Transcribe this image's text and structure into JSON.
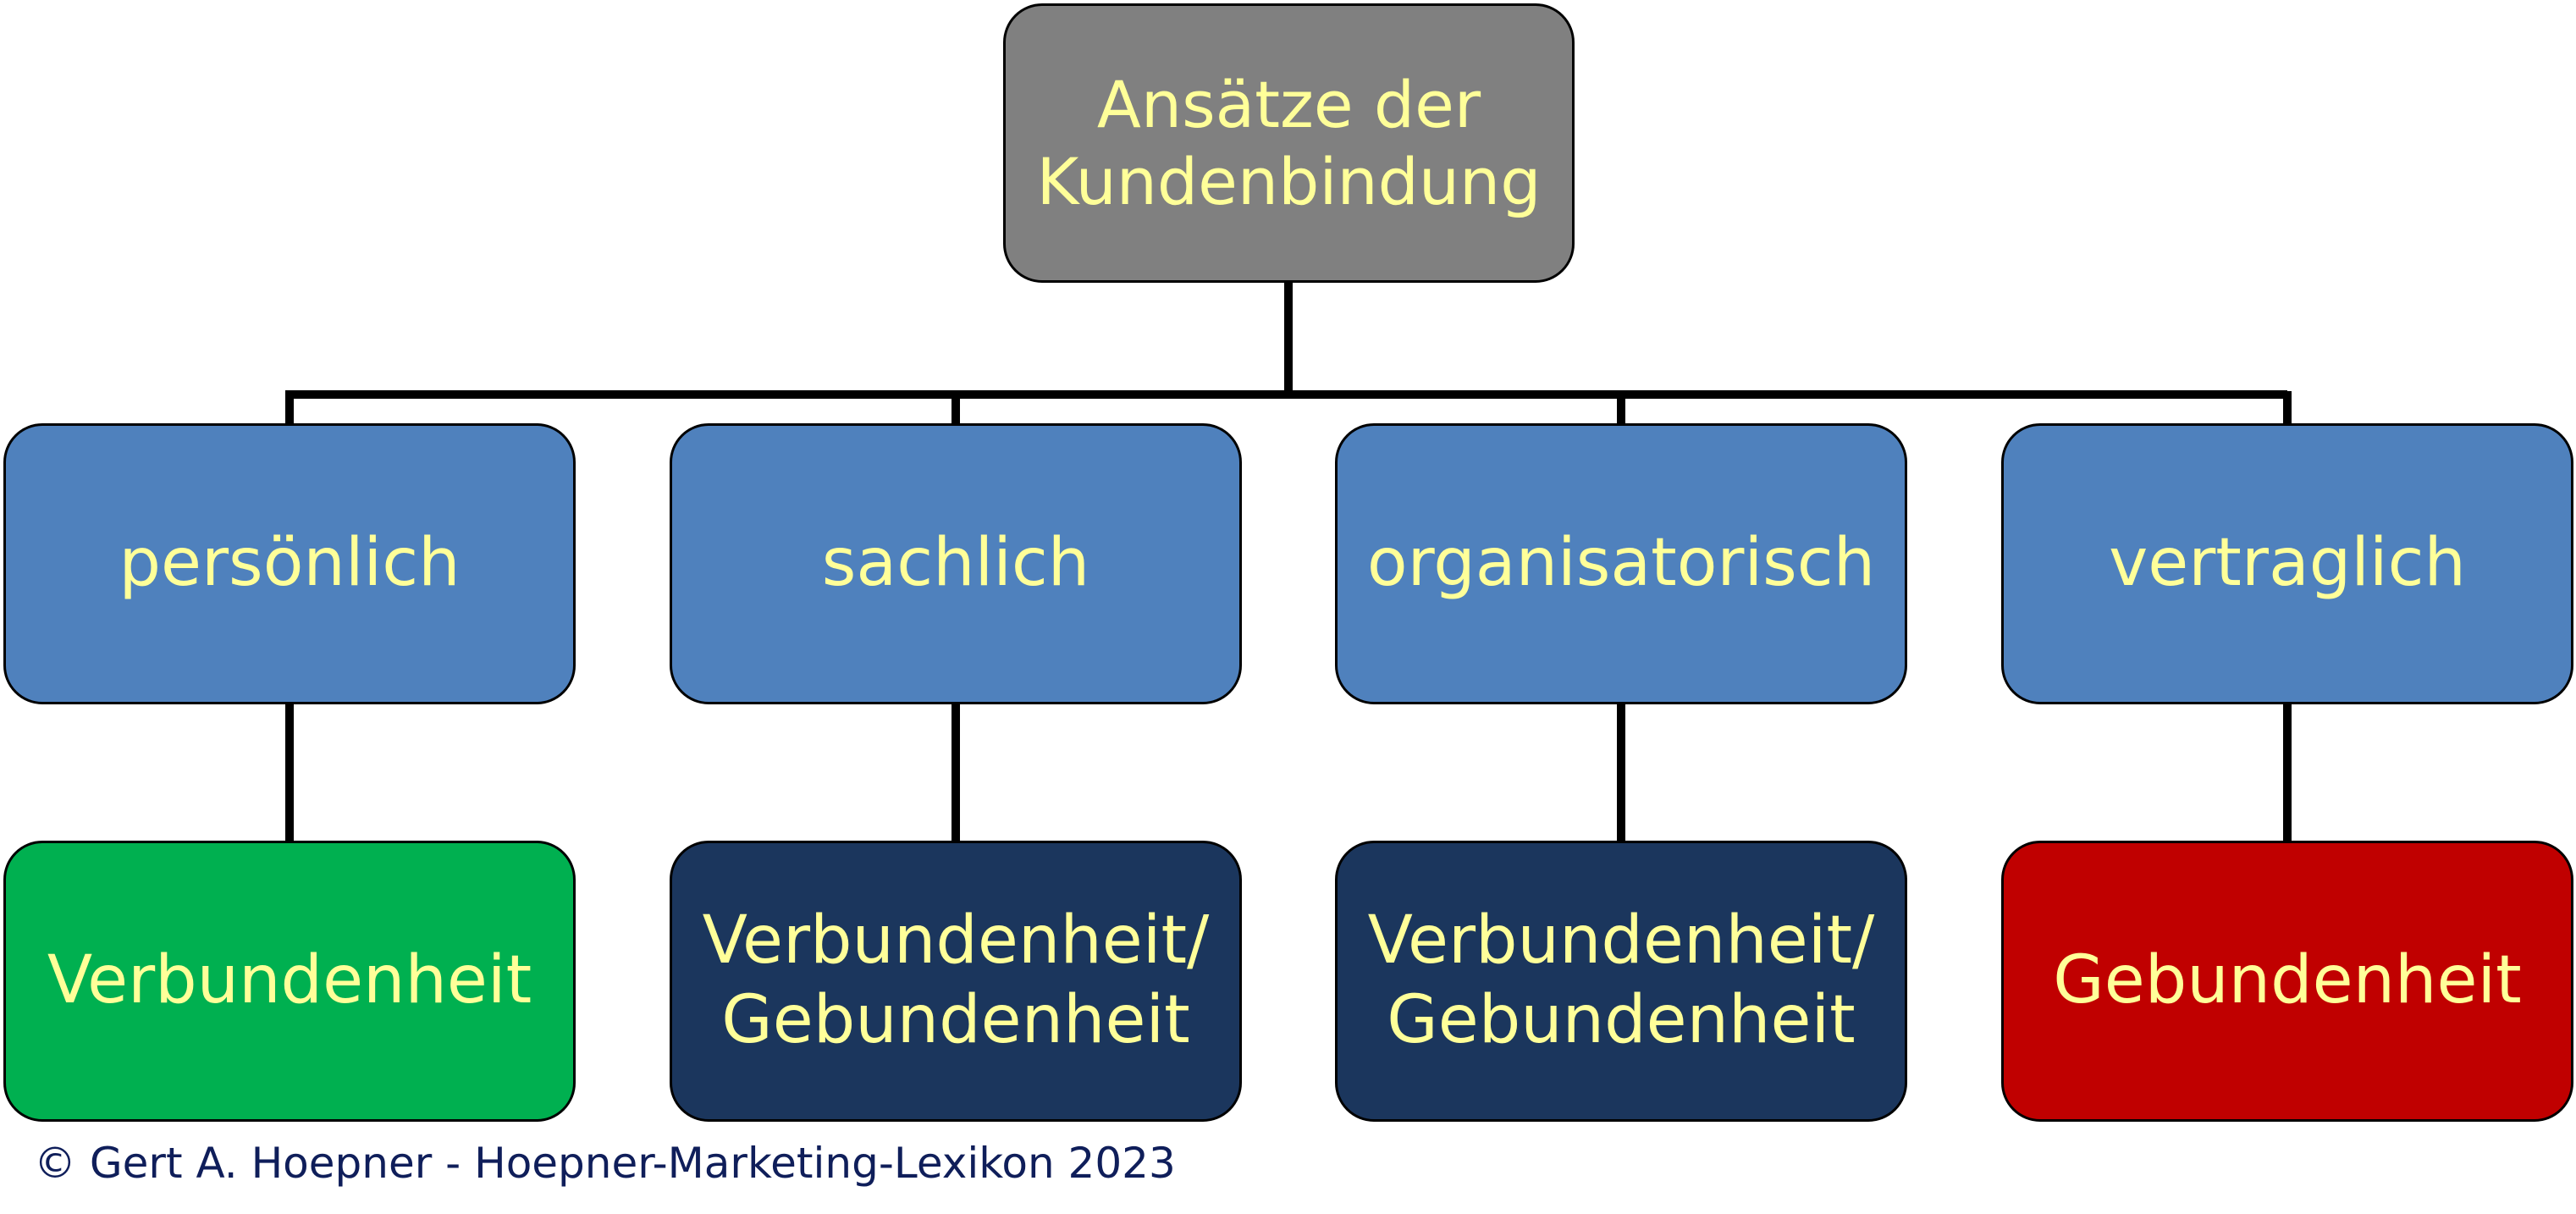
{
  "colors": {
    "root_fill": "#808080",
    "category_fill": "#4F81BD",
    "text_light_yellow": "#FFFF99",
    "verbundenheit_fill": "#00B050",
    "mixed_fill": "#1B365D",
    "gebundenheit_fill": "#C00000",
    "connector": "#000000",
    "copyright_text": "#0F1E5A"
  },
  "diagram": {
    "root": "Ansätze der\nKundenbindung",
    "categories": [
      "persönlich",
      "sachlich",
      "organisatorisch",
      "vertraglich"
    ],
    "results": [
      {
        "label": "Verbundenheit",
        "kind": "verbundenheit"
      },
      {
        "label": "Verbundenheit/\nGebundenheit",
        "kind": "mixed"
      },
      {
        "label": "Verbundenheit/\nGebundenheit",
        "kind": "mixed"
      },
      {
        "label": "Gebundenheit",
        "kind": "gebundenheit"
      }
    ]
  },
  "footer": {
    "copyright": "© Gert A. Hoepner - Hoepner-Marketing-Lexikon 2023"
  }
}
